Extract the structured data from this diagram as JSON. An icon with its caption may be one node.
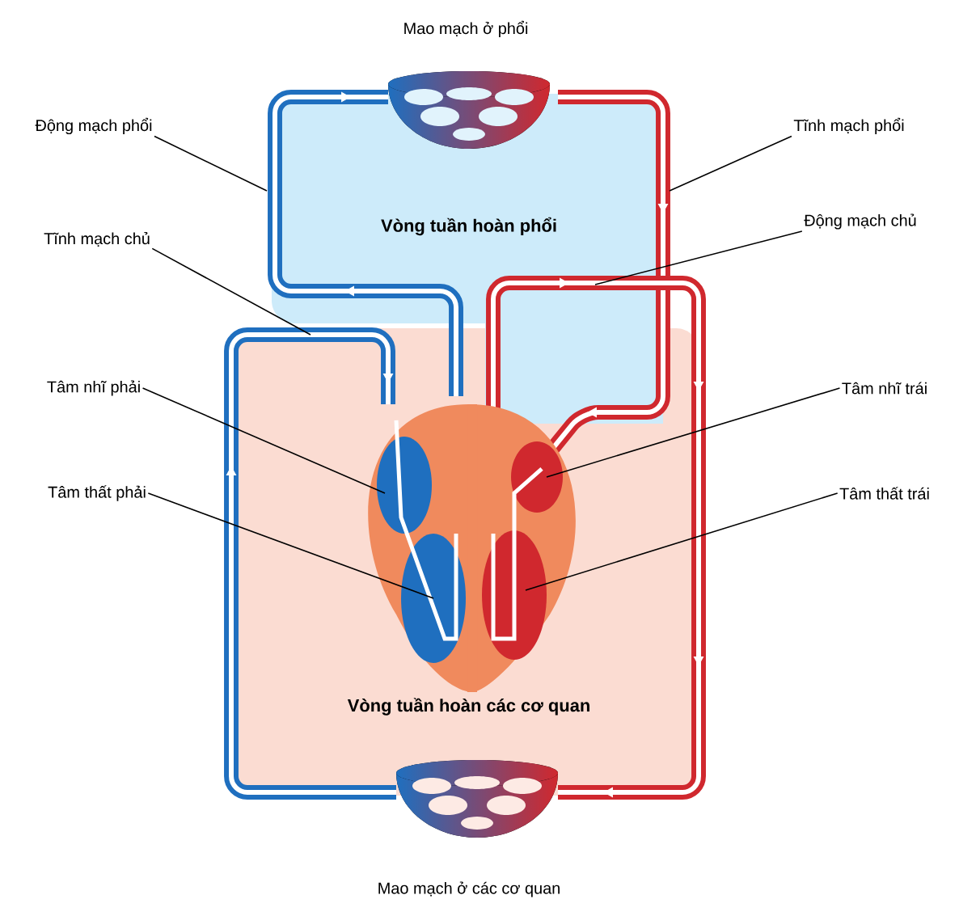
{
  "diagram": {
    "nodes": [
      {
        "text": [
          "Động mạch phổi"
        ]
      },
      {
        "text": [
          "Tĩnh mạch phổi"
        ]
      },
      {
        "text": [
          "Tĩnh mạch chủ"
        ]
      },
      {
        "text": [
          "Động mạch chủ"
        ]
      },
      {
        "text": [
          "Tâm nhĩ phải"
        ]
      },
      {
        "text": [
          "Tâm nhĩ trái"
        ]
      },
      {
        "text": [
          "Tâm thất phải"
        ]
      },
      {
        "text": [
          "Tâm thất trái"
        ]
      }
    ],
    "edges": [
      {
        "from": 0,
        "to": null,
        "arrow": "none"
      },
      {
        "from": 1,
        "to": null,
        "arrow": "none"
      },
      {
        "from": 2,
        "to": null,
        "arrow": "none"
      },
      {
        "from": 3,
        "to": null,
        "arrow": "none"
      },
      {
        "from": 4,
        "to": null,
        "arrow": "none"
      },
      {
        "from": 5,
        "to": null,
        "arrow": "none"
      },
      {
        "from": 6,
        "to": null,
        "arrow": "none"
      },
      {
        "from": 7,
        "to": null,
        "arrow": "none"
      }
    ],
    "labels": [
      "Mao mạch ở phổi",
      "Vòng tuần hoàn phổi",
      "Vòng tuần hoàn các cơ quan",
      "Mao mạch ở các cơ quan"
    ]
  }
}
